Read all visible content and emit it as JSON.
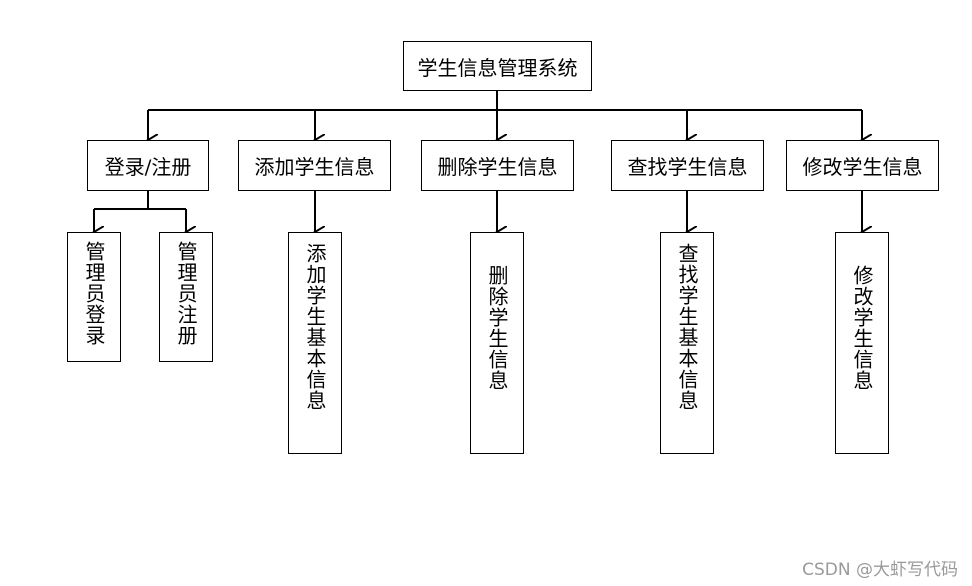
{
  "root": {
    "label": "学生信息管理系统"
  },
  "level1": [
    {
      "key": "login",
      "label": "登录/注册"
    },
    {
      "key": "add",
      "label": "添加学生信息"
    },
    {
      "key": "delete",
      "label": "删除学生信息"
    },
    {
      "key": "find",
      "label": "查找学生信息"
    },
    {
      "key": "modify",
      "label": "修改学生信息"
    }
  ],
  "level2": [
    {
      "key": "admin-login",
      "label": "管理员登录"
    },
    {
      "key": "admin-register",
      "label": "管理员注册"
    },
    {
      "key": "add-basic",
      "label": "添加学生基本信息"
    },
    {
      "key": "delete-info",
      "label": "删除学生信息"
    },
    {
      "key": "find-basic",
      "label": "查找学生基本信息"
    },
    {
      "key": "modify-info",
      "label": "修改学生信息"
    }
  ],
  "watermark": "CSDN @大虾写代码"
}
